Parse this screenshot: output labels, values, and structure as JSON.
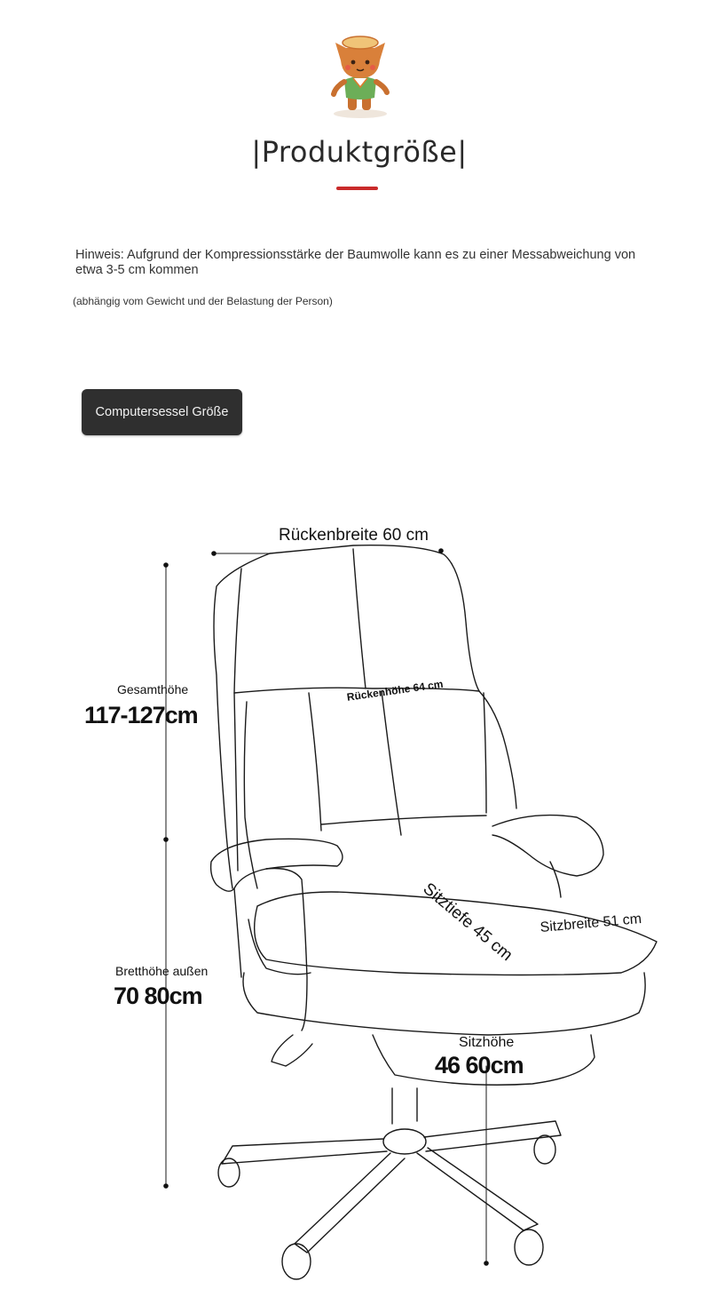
{
  "header": {
    "title": "|Produktgröße|"
  },
  "notice": {
    "text": "Hinweis: Aufgrund der Kompressionsstärke der Baumwolle kann es zu einer Messabweichung von etwa 3-5 cm kommen",
    "subtext": "(abhängig vom Gewicht und der Belastung der Person)"
  },
  "section_tag": {
    "label": "Computersessel Größe"
  },
  "dimensions": {
    "backrest_width": "Rückenbreite 60 cm",
    "total_height_label": "Gesamthöhe",
    "total_height_value": "117-127cm",
    "backrest_height": "Rückenhöhe 64 cm",
    "seat_depth": "Sitztiefe 45 cm",
    "seat_width": "Sitzbreite 51 cm",
    "armrest_height_label": "Bretthöhe außen",
    "armrest_height_value": "70 80cm",
    "seat_height_label": "Sitzhöhe",
    "seat_height_value": "46 60cm"
  },
  "colors": {
    "accent": "#c92a2a",
    "tag_bg": "#2f2f2f"
  },
  "icons": [
    "mascot-icon"
  ]
}
